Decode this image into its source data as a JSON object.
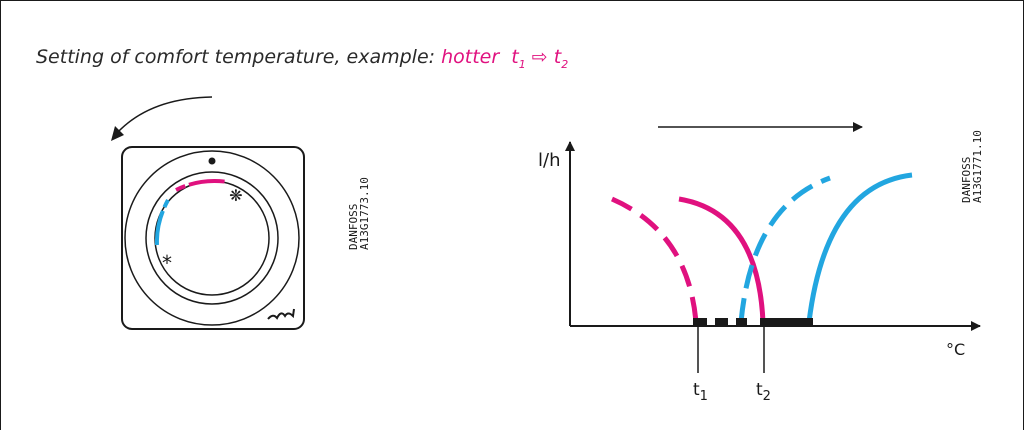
{
  "heading": {
    "prefix": "Setting of comfort temperature, example: ",
    "highlight": "hotter",
    "t1_base": "t",
    "t1_sub": "1",
    "arrow": "⇨",
    "t2_base": "t",
    "t2_sub": "2"
  },
  "dial": {
    "code_brand": "DANFOSS",
    "code_number": "A13G1773.10",
    "hot_symbol": "❋",
    "cold_symbol": "*"
  },
  "chart": {
    "y_label": "l/h",
    "x_label": "°C",
    "t1_base": "t",
    "t1_sub": "1",
    "t2_base": "t",
    "t2_sub": "2",
    "code_brand": "DANFOSS",
    "code_number": "A13G1771.10"
  },
  "colors": {
    "hot": "#e0117f",
    "cold": "#22a6e0",
    "ink": "#1a1a1a"
  }
}
